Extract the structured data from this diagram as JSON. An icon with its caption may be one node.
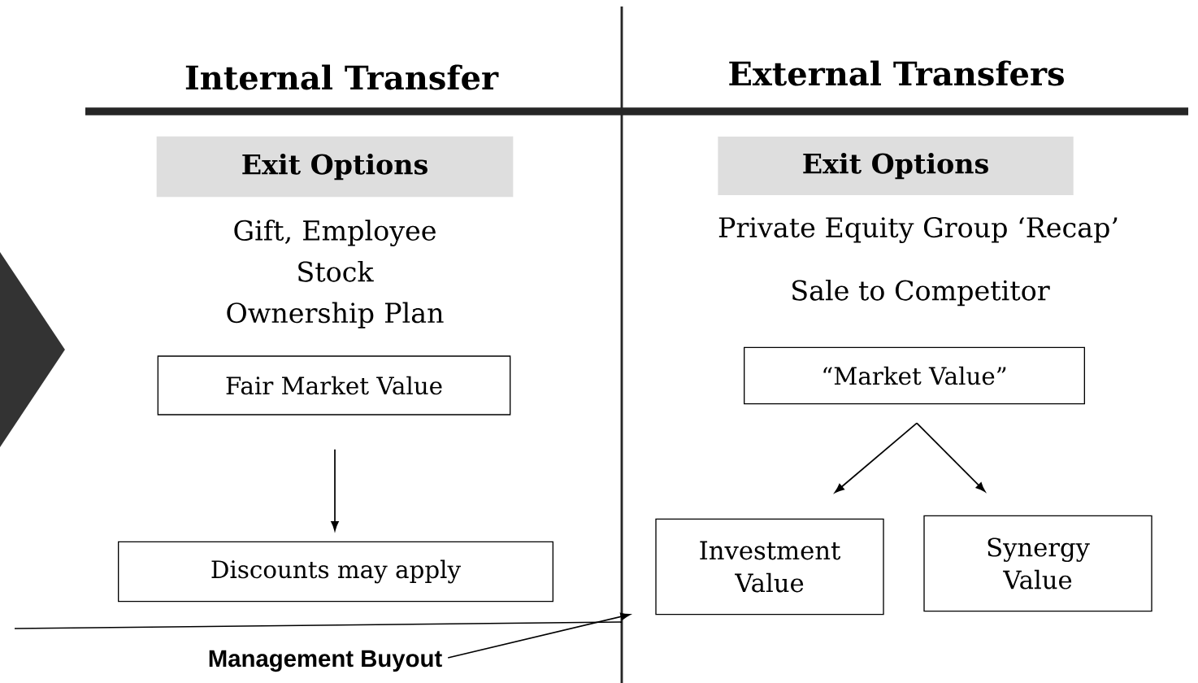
{
  "diagram": {
    "nodes": [
      {
        "text": [],
        "shape": "diamond"
      },
      {
        "text": [
          "Exit Options"
        ]
      },
      {
        "text": [
          "Fair Market Value"
        ]
      },
      {
        "text": [
          "Discounts may apply"
        ]
      },
      {
        "text": [
          "Exit Options"
        ]
      },
      {
        "text": [
          "“Market Value”"
        ]
      },
      {
        "text": [
          "Investment Value"
        ]
      },
      {
        "text": [
          "Synergy Value"
        ]
      },
      {
        "text": [
          "Management Buyout"
        ]
      }
    ],
    "edges": [
      {
        "from": 2,
        "to": 3,
        "arrow": "to"
      },
      {
        "from": 5,
        "to": 6,
        "arrow": "to"
      },
      {
        "from": 5,
        "to": 7,
        "arrow": "to"
      },
      {
        "from": 8,
        "to": null,
        "arrow": "to"
      }
    ],
    "labels": [
      "Internal Transfer",
      "External Transfers",
      "Gift, Employee Stock Ownership Plan",
      "Private Equity Group ‘Recap’",
      "Sale to Competitor"
    ]
  }
}
